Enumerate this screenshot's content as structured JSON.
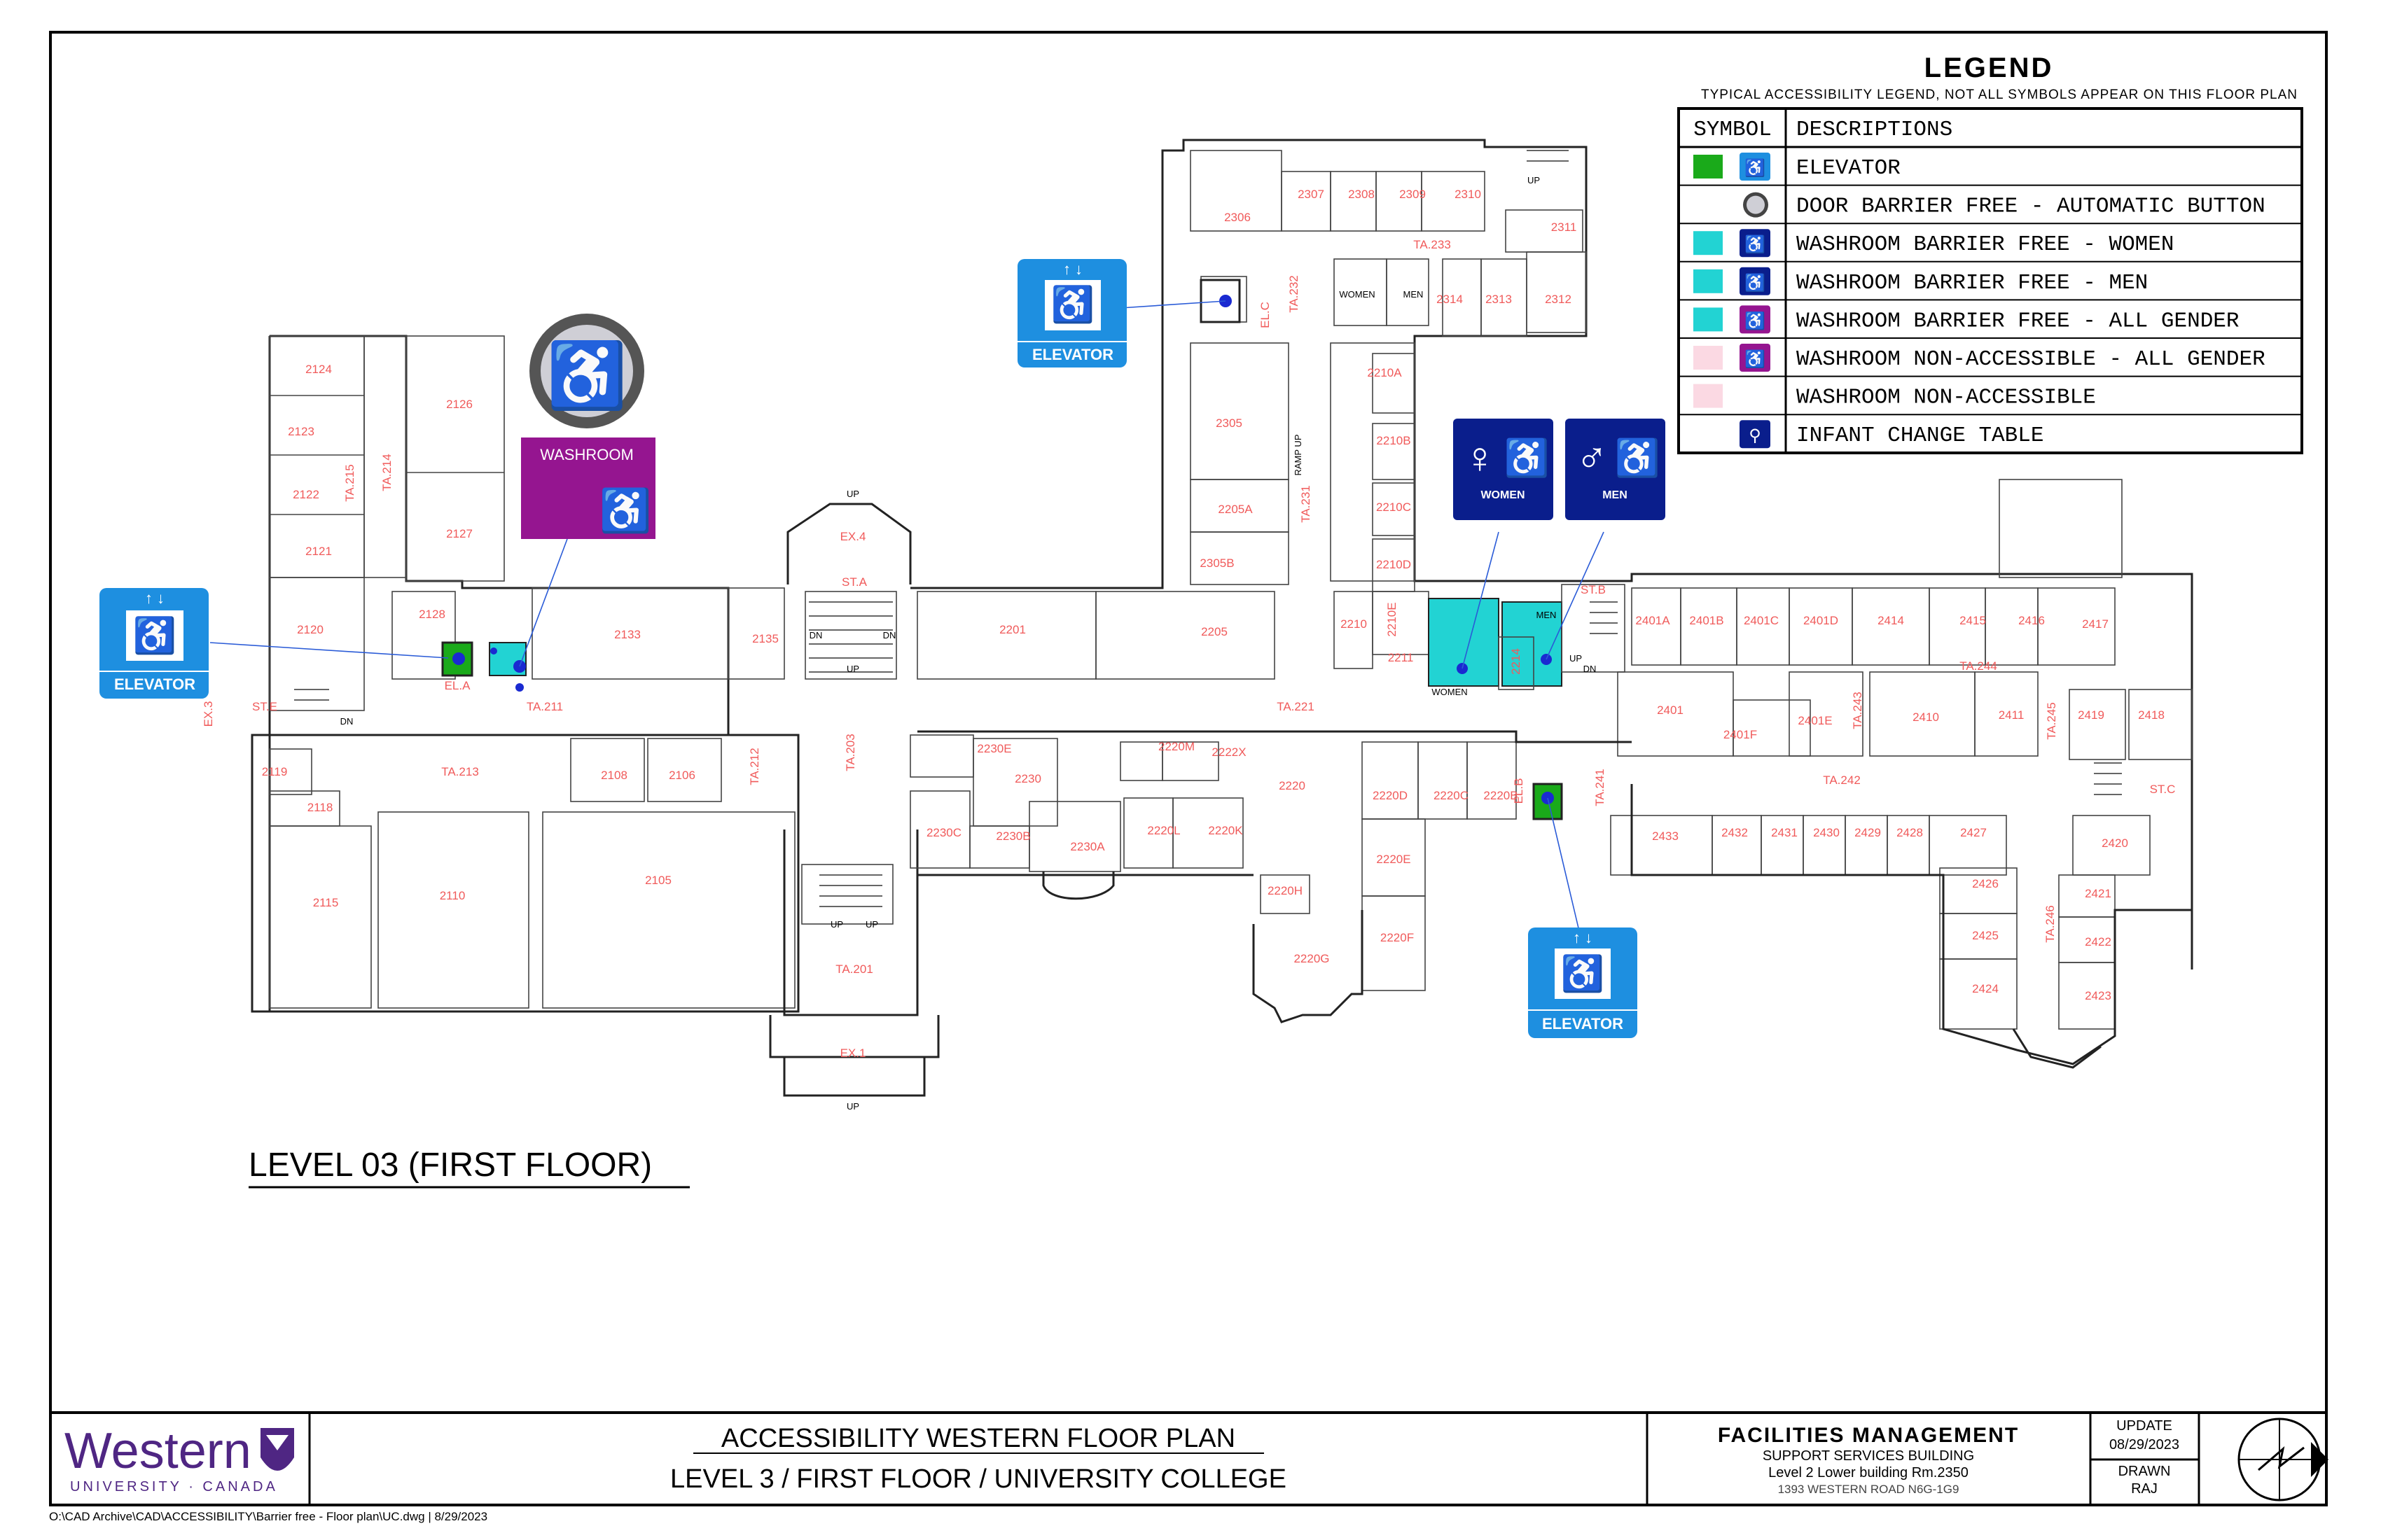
{
  "legend": {
    "title": "LEGEND",
    "subtitle": "TYPICAL ACCESSIBILITY LEGEND, NOT ALL SYMBOLS APPEAR ON THIS FLOOR PLAN",
    "col_symbol": "SYMBOL",
    "col_descriptions": "DESCRIPTIONS",
    "rows": [
      {
        "desc": "ELEVATOR",
        "swatch": "#1aaa1a",
        "icon": "elevator-icon"
      },
      {
        "desc": "DOOR BARRIER FREE - AUTOMATIC BUTTON",
        "swatch": "",
        "icon": "automatic-door-button-icon"
      },
      {
        "desc": "WASHROOM BARRIER FREE - WOMEN",
        "swatch": "#22d3d3",
        "icon": "women-washroom-icon"
      },
      {
        "desc": "WASHROOM BARRIER FREE - MEN",
        "swatch": "#22d3d3",
        "icon": "men-washroom-icon"
      },
      {
        "desc": "WASHROOM BARRIER FREE      - ALL GENDER",
        "swatch": "#22d3d3",
        "icon": "all-gender-washroom-icon"
      },
      {
        "desc": "WASHROOM NON-ACCESSIBLE  - ALL GENDER",
        "swatch": "#fbd9e3",
        "icon": "all-gender-washroom-icon"
      },
      {
        "desc": "WASHROOM NON-ACCESSIBLE",
        "swatch": "#fbd9e3",
        "icon": ""
      },
      {
        "desc": "INFANT CHANGE TABLE",
        "swatch": "",
        "icon": "infant-change-table-icon"
      }
    ]
  },
  "signs": {
    "elevator_label": "ELEVATOR",
    "washroom_label": "WASHROOM",
    "women_label": "WOMEN",
    "men_label": "MEN"
  },
  "plan_title": "LEVEL 03 (FIRST FLOOR)",
  "rooms": {
    "r2124": "2124",
    "r2123": "2123",
    "r2122": "2122",
    "r2121": "2121",
    "r2120": "2120",
    "r2126": "2126",
    "r2127": "2127",
    "r2128": "2128",
    "r2133": "2133",
    "r2135": "2135",
    "r2119": "2119",
    "r2118": "2118",
    "r2115": "2115",
    "r2110": "2110",
    "r2108": "2108",
    "r2106": "2106",
    "r2105": "2105",
    "r2201": "2201",
    "r2205": "2205",
    "r2305": "2305",
    "r2205a": "2205A",
    "r2305b": "2305B",
    "r2306": "2306",
    "r2307": "2307",
    "r2308": "2308",
    "r2309": "2309",
    "r2310": "2310",
    "r2311": "2311",
    "r2312": "2312",
    "r2313": "2313",
    "r2314": "2314",
    "r2210a": "2210A",
    "r2210b": "2210B",
    "r2210c": "2210C",
    "r2210d": "2210D",
    "r2210": "2210",
    "r2210e": "2210E",
    "r2211": "2211",
    "r2214": "2214",
    "r2230e": "2230E",
    "r2230": "2230",
    "r2230c": "2230C",
    "r2230b": "2230B",
    "r2230a": "2230A",
    "r2220m": "2220M",
    "r2222x": "2222X",
    "r2220": "2220",
    "r2220l": "2220L",
    "r2220k": "2220K",
    "r2220d": "2220D",
    "r2220c": "2220C",
    "r2220b": "2220B",
    "r2220e": "2220E",
    "r2220f": "2220F",
    "r2220g": "2220G",
    "r2220h": "2220H",
    "r2401a": "2401A",
    "r2401b": "2401B",
    "r2401c": "2401C",
    "r2401d": "2401D",
    "r2414": "2414",
    "r2415": "2415",
    "r2416": "2416",
    "r2417": "2417",
    "r2401": "2401",
    "r2401e": "2401E",
    "r2401f": "2401F",
    "r2410": "2410",
    "r2411": "2411",
    "r2419": "2419",
    "r2418": "2418",
    "r2433": "2433",
    "r2432": "2432",
    "r2431": "2431",
    "r2430": "2430",
    "r2429": "2429",
    "r2428": "2428",
    "r2427": "2427",
    "r2420": "2420",
    "r2426": "2426",
    "r2425": "2425",
    "r2424": "2424",
    "r2421": "2421",
    "r2422": "2422",
    "r2423": "2423",
    "ta211": "TA.211",
    "ta213": "TA.213",
    "ta214": "TA.214",
    "ta215": "TA.215",
    "ta201": "TA.201",
    "ta203": "TA.203",
    "ta212": "TA.212",
    "ta221": "TA.221",
    "ta231": "TA.231",
    "ta232": "TA.232",
    "ta233": "TA.233",
    "ta242": "TA.242",
    "ta243": "TA.243",
    "ta244": "TA.244",
    "ta245": "TA.245",
    "ta246": "TA.246",
    "ta241": "TA.241",
    "sta": "ST.A",
    "stb": "ST.B",
    "stc": "ST.C",
    "ste": "ST.E",
    "ex1": "EX.1",
    "ex4": "EX.4",
    "ex3": "EX.3",
    "ela": "EL.A",
    "elb": "EL.B",
    "elc": "EL.C",
    "up": "UP",
    "dn": "DN",
    "ramp": "RAMP UP",
    "women": "WOMEN",
    "men": "MEN"
  },
  "title_block": {
    "logo_name": "Western",
    "logo_sub": "UNIVERSITY · CANADA",
    "main_line1": "ACCESSIBILITY WESTERN FLOOR PLAN",
    "main_line2": "LEVEL 3 / FIRST FLOOR / UNIVERSITY COLLEGE",
    "dept": "FACILITIES MANAGEMENT",
    "dept_l2": "SUPPORT SERVICES BUILDING",
    "dept_l3": "Level 2   Lower building   Rm.2350",
    "dept_l4": "1393 WESTERN ROAD     N6G-1G9",
    "update_label": "UPDATE",
    "update_date": "08/29/2023",
    "drawn_label": "DRAWN",
    "drawn_by": "RAJ",
    "file_path": "O:\\CAD Archive\\CAD\\ACCESSIBILITY\\Barrier free - Floor plan\\UC.dwg | 8/29/2023"
  },
  "colors": {
    "elevator_green": "#1aaa1a",
    "washroom_cyan": "#22d3d3",
    "non_accessible_pink": "#fbd9e3",
    "sign_blue": "#1e8fe0",
    "sign_navy": "#0a1e8c",
    "washroom_purple": "#951590",
    "room_text": "#f05a5a",
    "western_purple": "#4f2683"
  }
}
